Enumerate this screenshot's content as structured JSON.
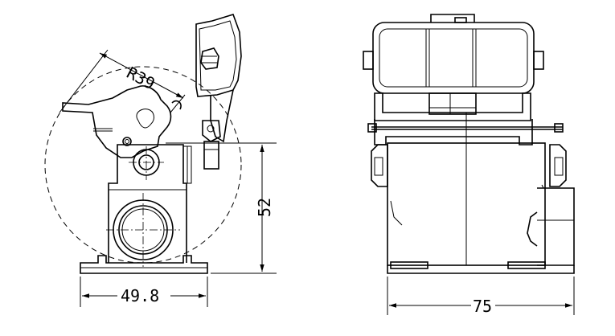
{
  "dimensions": {
    "radius": "R39",
    "height": "52",
    "width_side": "49.8",
    "width_front": "75"
  }
}
